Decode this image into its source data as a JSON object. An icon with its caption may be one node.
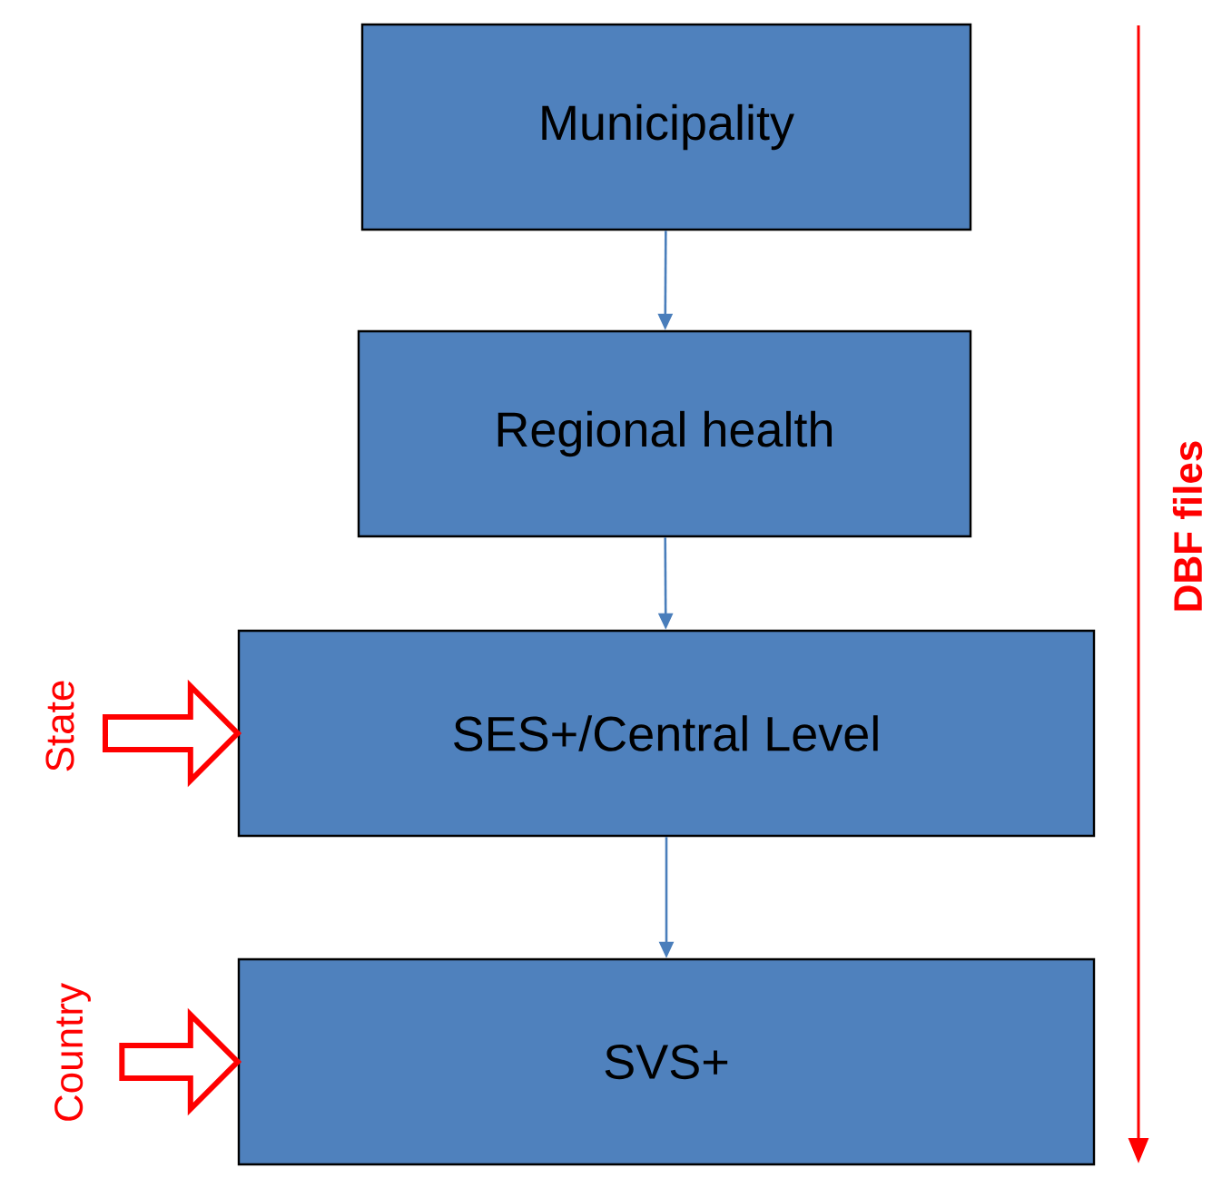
{
  "diagram": {
    "nodes": [
      {
        "text": [
          "Municipality"
        ]
      },
      {
        "text": [
          "Regional health"
        ]
      },
      {
        "text": [
          "SES+/Central Level"
        ]
      },
      {
        "text": [
          "SVS+"
        ]
      },
      {
        "text": [
          "State"
        ]
      },
      {
        "text": [
          "Country"
        ]
      }
    ],
    "edges": [
      {
        "from": 0,
        "to": 1,
        "arrow": "to"
      },
      {
        "from": 1,
        "to": 2,
        "arrow": "to"
      },
      {
        "from": 2,
        "to": 3,
        "arrow": "to"
      },
      {
        "from": 4,
        "to": 2,
        "arrow": "to",
        "style": "thick",
        "color": "#ff0000"
      },
      {
        "from": 5,
        "to": 3,
        "arrow": "to",
        "style": "thick",
        "color": "#ff0000"
      }
    ],
    "labels": [
      "DBF files"
    ]
  }
}
